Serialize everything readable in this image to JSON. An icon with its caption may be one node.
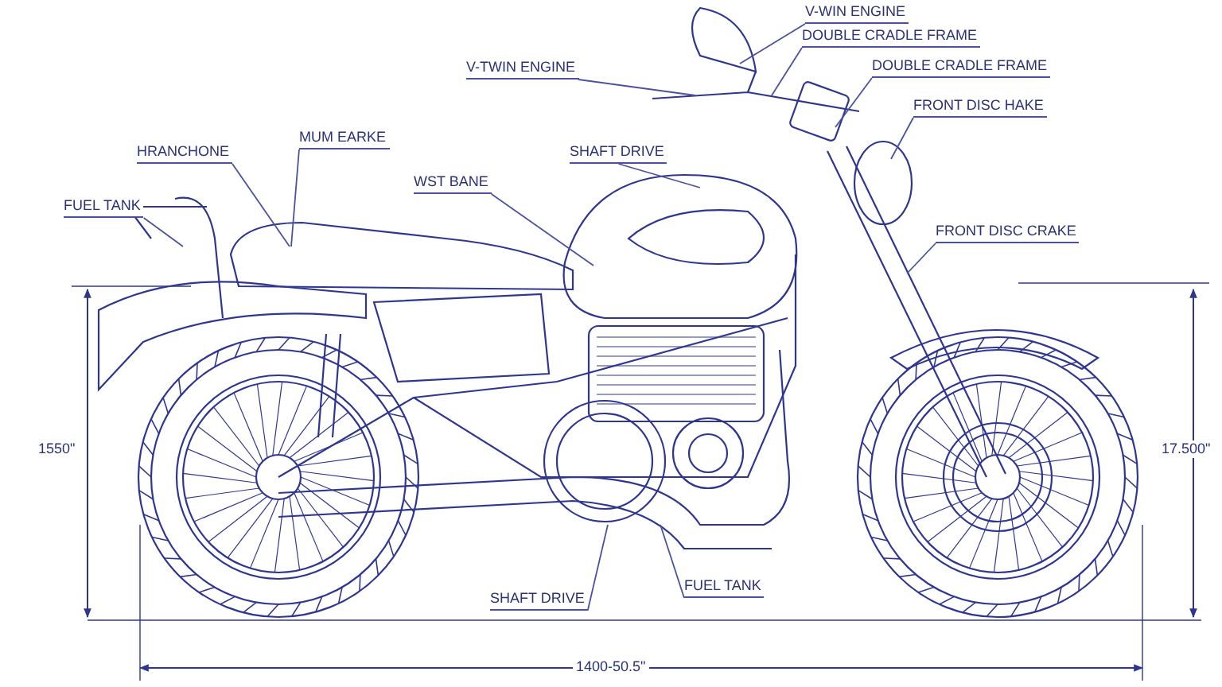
{
  "diagram": {
    "nodes": [
      {
        "text": [
          "HRANCHONE"
        ]
      },
      {
        "text": [
          "MUM EARKE"
        ]
      },
      {
        "text": [
          "FUEL TANK"
        ]
      },
      {
        "text": [
          "WST BANE"
        ]
      },
      {
        "text": [
          "V-TWIN ENGINE"
        ]
      },
      {
        "text": [
          "SHAFT DRIVE"
        ]
      },
      {
        "text": [
          "V-WIN ENGINE"
        ]
      },
      {
        "text": [
          "DOUBLE CRADLE FRAME"
        ]
      },
      {
        "text": [
          "DOUBLE CRADLE FRAME"
        ]
      },
      {
        "text": [
          "FRONT DISC HAKE"
        ]
      },
      {
        "text": [
          "FRONT DISC CRAKE"
        ]
      },
      {
        "text": [
          "SHAFT DRIVE"
        ]
      },
      {
        "text": [
          "FUEL TANK"
        ]
      }
    ],
    "edges": [
      {
        "from": 0,
        "to": null,
        "arrow": "none"
      },
      {
        "from": 1,
        "to": null,
        "arrow": "none"
      },
      {
        "from": 2,
        "to": null,
        "arrow": "none"
      },
      {
        "from": 3,
        "to": null,
        "arrow": "none"
      },
      {
        "from": 4,
        "to": null,
        "arrow": "none"
      },
      {
        "from": 5,
        "to": null,
        "arrow": "none"
      },
      {
        "from": 6,
        "to": null,
        "arrow": "none"
      },
      {
        "from": 7,
        "to": null,
        "arrow": "none"
      },
      {
        "from": 8,
        "to": null,
        "arrow": "none"
      },
      {
        "from": 9,
        "to": null,
        "arrow": "none"
      },
      {
        "from": 10,
        "to": null,
        "arrow": "none"
      },
      {
        "from": 11,
        "to": null,
        "arrow": "none"
      },
      {
        "from": 12,
        "to": null,
        "arrow": "none"
      }
    ],
    "labels": [
      "1550\"",
      "17.500\"",
      "1400-50.5\""
    ]
  }
}
